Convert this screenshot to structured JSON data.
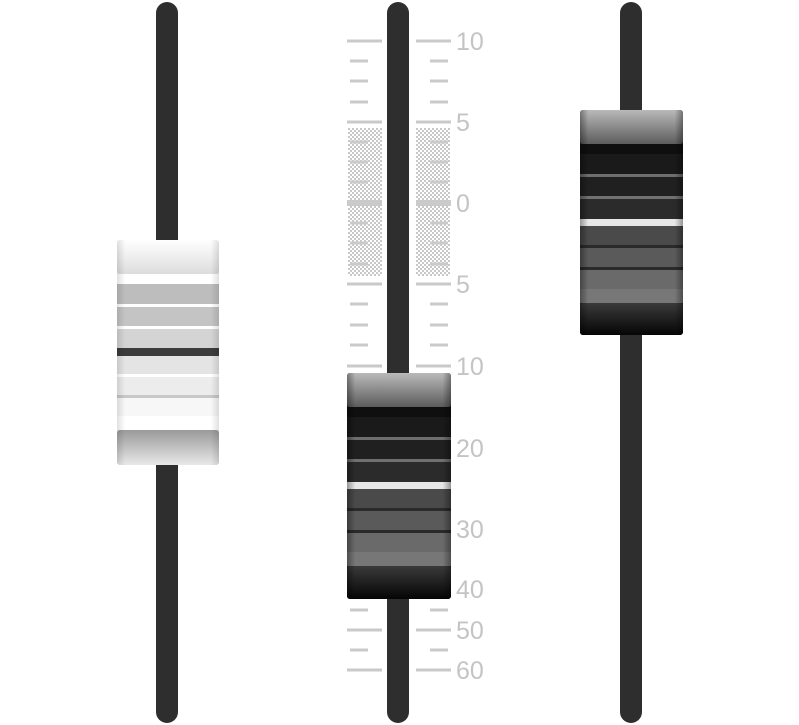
{
  "faders": [
    {
      "name": "left-fader",
      "style": "white",
      "level": 0.57
    },
    {
      "name": "center-fader",
      "style": "dark",
      "level": 0.335
    },
    {
      "name": "right-fader",
      "style": "dark",
      "level": 0.82
    }
  ],
  "scale": {
    "labels": [
      "10",
      "5",
      "0",
      "5",
      "10",
      "20",
      "30",
      "40",
      "50",
      "60"
    ]
  },
  "colors": {
    "track": "#2e2e2e",
    "tick": "#cacaca",
    "label": "#c4c4c4",
    "zero_zone_dots": "#c6c6c6"
  }
}
